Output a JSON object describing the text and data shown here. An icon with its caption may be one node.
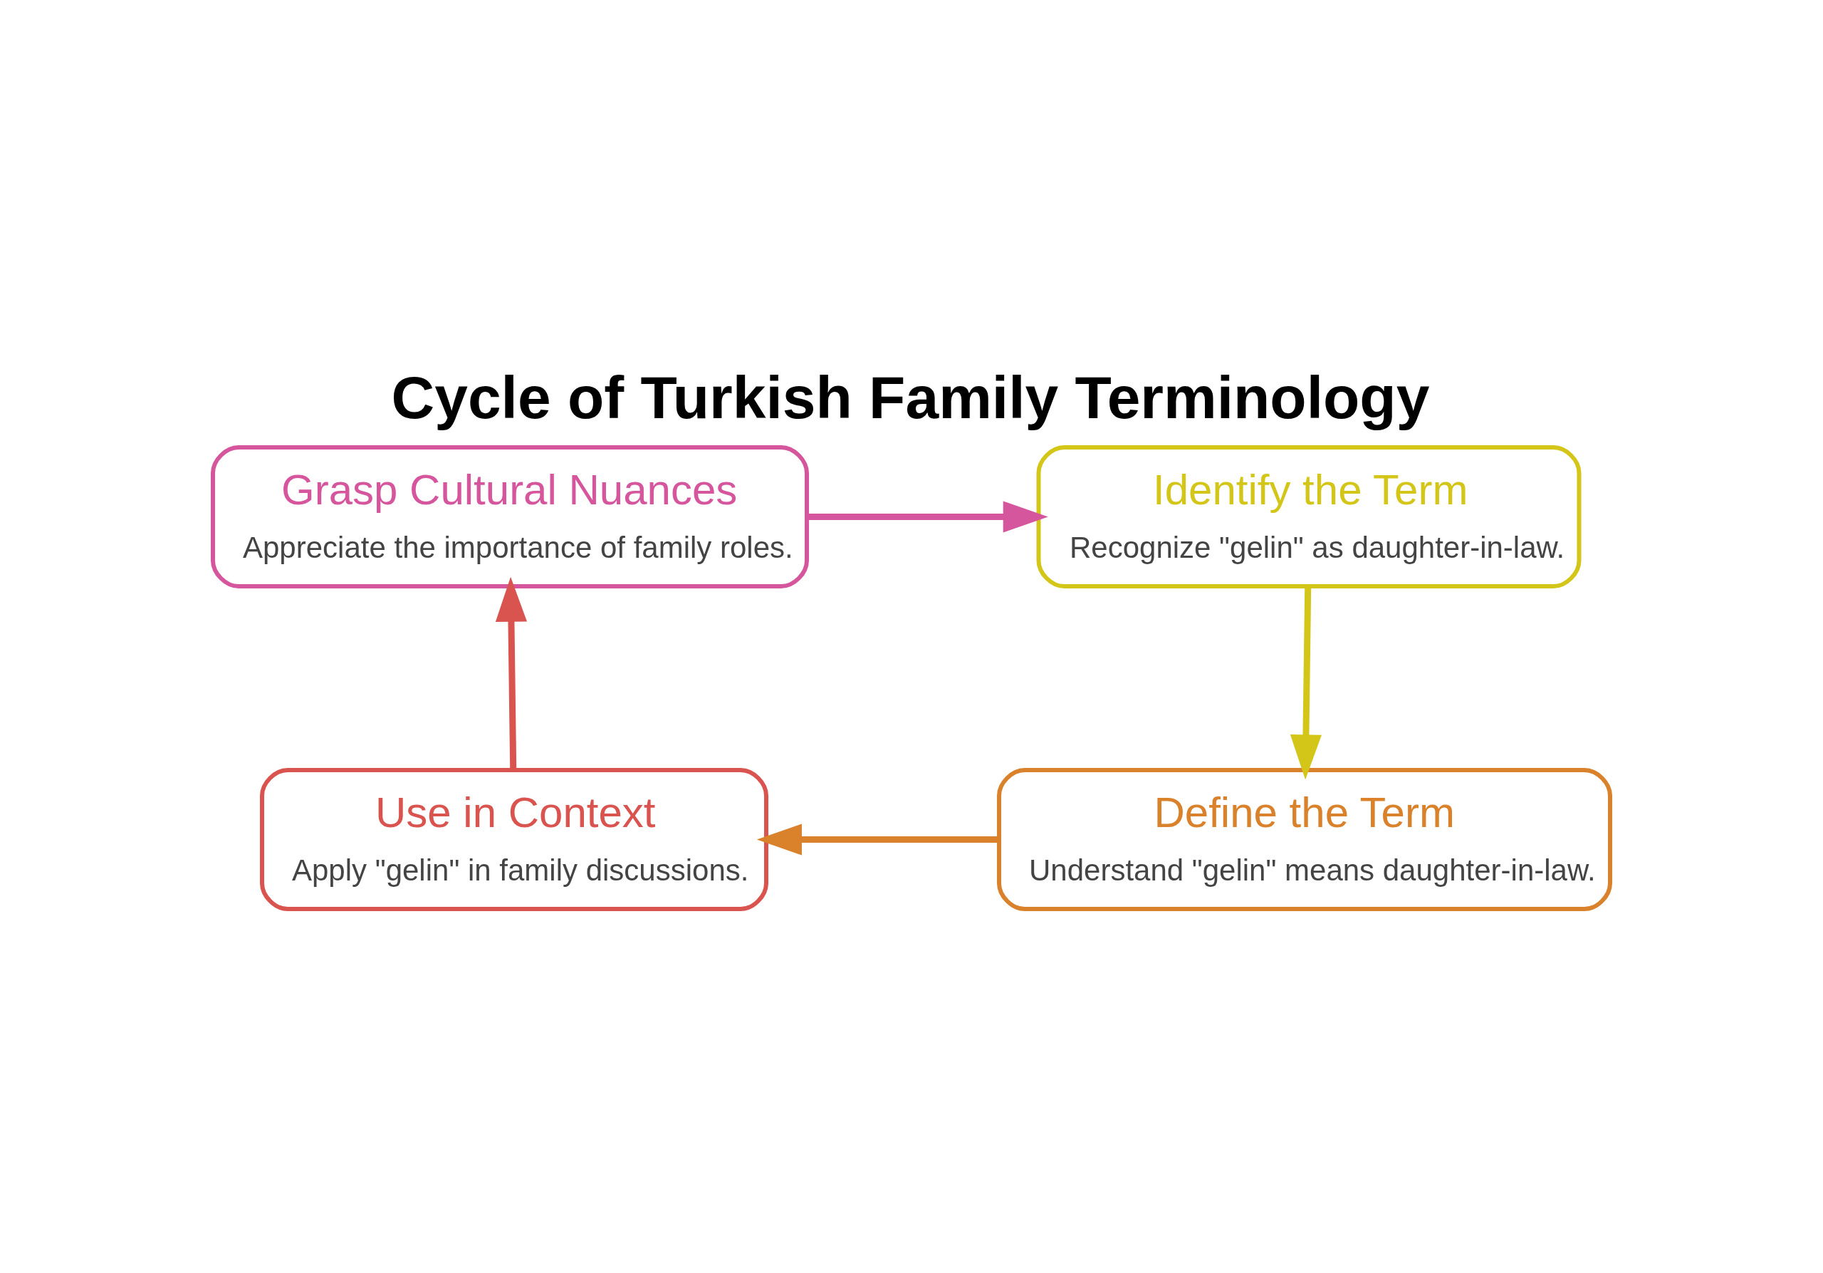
{
  "diagram": {
    "title": "Cycle of Turkish Family Terminology",
    "nodes": [
      {
        "text": [
          "Grasp Cultural Nuances",
          "Appreciate the importance of family roles."
        ]
      },
      {
        "text": [
          "Identify the Term",
          "Recognize \"gelin\" as daughter-in-law."
        ]
      },
      {
        "text": [
          "Use in Context",
          "Apply \"gelin\" in family discussions."
        ]
      },
      {
        "text": [
          "Define the Term",
          "Understand \"gelin\" means daughter-in-law."
        ]
      }
    ],
    "edges": [
      {
        "from": 1,
        "to": 3,
        "arrow": "to",
        "color": "#d4c619"
      },
      {
        "from": 3,
        "to": 2,
        "arrow": "to",
        "color": "#d9822b"
      },
      {
        "from": 2,
        "to": 0,
        "arrow": "to",
        "color": "#d9534f"
      },
      {
        "from": 0,
        "to": 1,
        "arrow": "to",
        "color": "#d6569e"
      }
    ]
  }
}
